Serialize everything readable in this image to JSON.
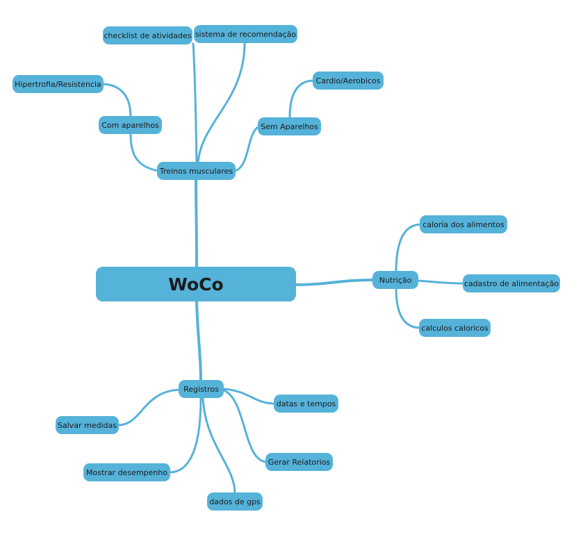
{
  "colors": {
    "node_fill": "#55b2d9",
    "link": "#55b2d9",
    "text": "#1b1b1b",
    "background": "#ffffff"
  },
  "root": {
    "id": "woco",
    "label": "WoCo"
  },
  "branches": [
    {
      "id": "treinos",
      "label": "Treinos musculares",
      "parent": "woco"
    },
    {
      "id": "nutricao",
      "label": "Nutrição",
      "parent": "woco"
    },
    {
      "id": "registros",
      "label": "Registros",
      "parent": "woco"
    },
    {
      "id": "checklist",
      "label": "checklist de atividades",
      "parent": "treinos"
    },
    {
      "id": "recomendacao",
      "label": "sistema de recomendação",
      "parent": "treinos"
    },
    {
      "id": "com_aparelhos",
      "label": "Com aparelhos",
      "parent": "treinos"
    },
    {
      "id": "sem_aparelhos",
      "label": "Sem Aparelhos",
      "parent": "treinos"
    },
    {
      "id": "hipertrofia",
      "label": "Hipertrofia/Resistencia",
      "parent": "com_aparelhos"
    },
    {
      "id": "cardio",
      "label": "Cardio/Aerobicos",
      "parent": "sem_aparelhos"
    },
    {
      "id": "caloria",
      "label": "caloria dos alimentos",
      "parent": "nutricao"
    },
    {
      "id": "cadastro",
      "label": "cadastro de alimentação",
      "parent": "nutricao"
    },
    {
      "id": "calculos",
      "label": "calculos caloricos",
      "parent": "nutricao"
    },
    {
      "id": "salvar",
      "label": "Salvar medidas",
      "parent": "registros"
    },
    {
      "id": "mostrar",
      "label": "Mostrar desempenho",
      "parent": "registros"
    },
    {
      "id": "gps",
      "label": "dados de gps",
      "parent": "registros"
    },
    {
      "id": "relatorios",
      "label": "Gerar Relatorios",
      "parent": "registros"
    },
    {
      "id": "datas",
      "label": "datas e tempos",
      "parent": "registros"
    }
  ]
}
